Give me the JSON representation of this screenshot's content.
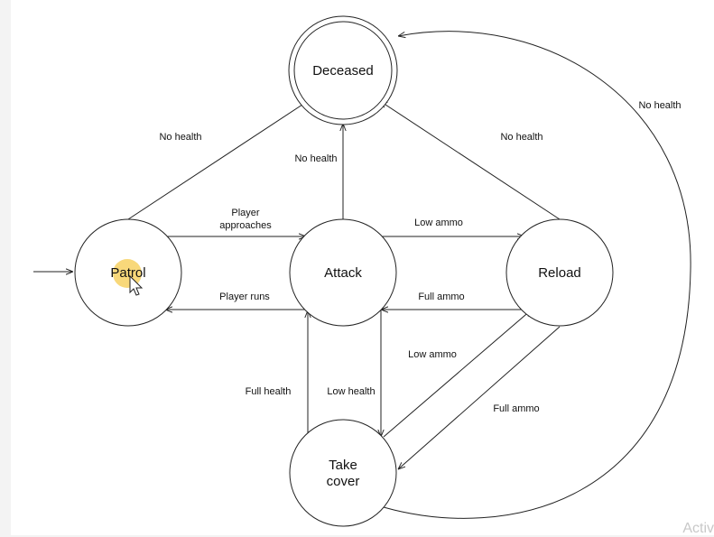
{
  "states": {
    "deceased": "Deceased",
    "patrol": "Patrol",
    "attack": "Attack",
    "reload": "Reload",
    "take_cover_line1": "Take",
    "take_cover_line2": "cover"
  },
  "transitions": {
    "patrol_to_deceased": "No health",
    "attack_to_deceased": "No health",
    "reload_to_deceased": "No health",
    "cover_to_deceased": "No health",
    "patrol_to_attack_line1": "Player",
    "patrol_to_attack_line2": "approaches",
    "attack_to_patrol": "Player runs",
    "attack_to_reload": "Low ammo",
    "reload_to_attack": "Full ammo",
    "cover_to_reload": "Low ammo",
    "reload_to_cover": "Full ammo",
    "cover_to_attack": "Full health",
    "attack_to_cover": "Low health"
  },
  "cursor_highlight_color": "#f5c842",
  "watermark": "Activ"
}
